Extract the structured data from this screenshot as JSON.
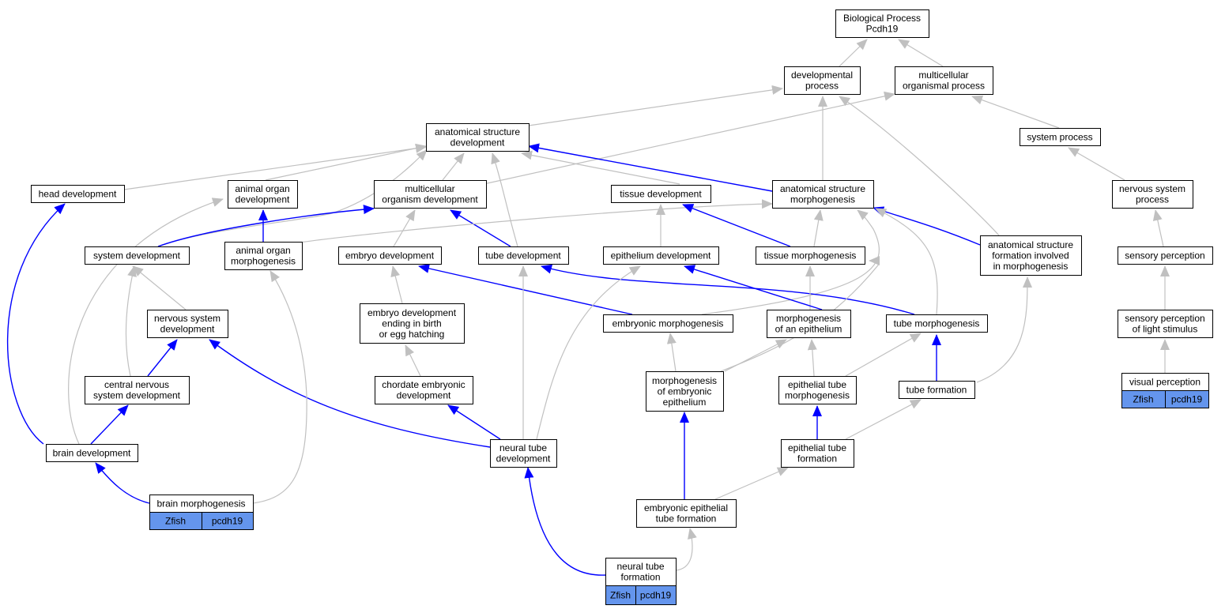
{
  "colors": {
    "edge_gray": "#c0c0c0",
    "edge_blue": "#0000ff",
    "badge_fill": "#6495ed",
    "node_border": "#000000"
  },
  "nodes": {
    "bp": "Biological Process\nPcdh19",
    "dev_proc": "developmental\nprocess",
    "mco_proc": "multicellular\norganismal process",
    "asd": "anatomical structure\ndevelopment",
    "sys_proc": "system process",
    "head_dev": "head development",
    "aod": "animal organ\ndevelopment",
    "mod": "multicellular\norganism development",
    "tissue_dev": "tissue development",
    "asm": "anatomical structure\nmorphogenesis",
    "nsp": "nervous system\nprocess",
    "sys_dev": "system development",
    "aom": "animal organ\nmorphogenesis",
    "embryo_dev": "embryo development",
    "tube_dev": "tube development",
    "epi_dev": "epithelium development",
    "tissue_morph": "tissue morphogenesis",
    "asf": "anatomical structure\nformation involved\nin morphogenesis",
    "sens_perc": "sensory perception",
    "nsd": "nervous system\ndevelopment",
    "edebeh": "embryo development\nending in birth\nor egg hatching",
    "emb_morph": "embryonic morphogenesis",
    "moe": "morphogenesis\nof an epithelium",
    "tube_morph": "tube morphogenesis",
    "spls": "sensory perception\nof light stimulus",
    "cnsd": "central nervous\nsystem development",
    "ced": "chordate embryonic\ndevelopment",
    "moee": "morphogenesis\nof embryonic\nepithelium",
    "etm": "epithelial tube\nmorphogenesis",
    "tube_form": "tube formation",
    "vis_perc": "visual perception",
    "brain_dev": "brain development",
    "ntd": "neural tube\ndevelopment",
    "etf": "epithelial tube\nformation",
    "eetf": "embryonic epithelial\ntube formation",
    "brain_morph": "brain morphogenesis",
    "ntf": "neural tube\nformation"
  },
  "badges": {
    "vis_perc": [
      "Zfish",
      "pcdh19"
    ],
    "brain_morph": [
      "Zfish",
      "pcdh19"
    ],
    "ntf": [
      "Zfish",
      "pcdh19"
    ]
  }
}
